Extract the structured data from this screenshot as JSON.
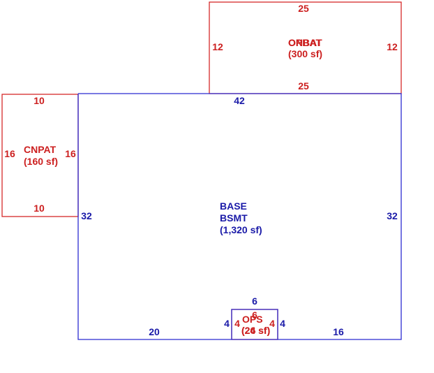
{
  "colors": {
    "base_outline": "#2b2bd1",
    "base_text": "#1a1aa8",
    "addon_outline": "#d62828",
    "addon_text": "#cc1f1f"
  },
  "areas": {
    "base": {
      "name1": "BASE",
      "name2": "BSMT",
      "size": "(1,320 sf)"
    },
    "onbat": {
      "name_a": "ONBAT",
      "name_b": "OPBAT",
      "size": "(300 sf)"
    },
    "cnpat": {
      "name": "CNPAT",
      "size": "(160 sf)"
    },
    "ops": {
      "name": "OPS",
      "size_a": "(24 sf)",
      "size_b": "(26 sf)"
    }
  },
  "dims": {
    "onbat_top": "25",
    "onbat_bottom": "25",
    "onbat_left": "12",
    "onbat_right": "12",
    "cnpat_top": "10",
    "cnpat_bottom": "10",
    "cnpat_left": "16",
    "cnpat_right": "16",
    "base_top": "42",
    "base_left": "32",
    "base_right": "32",
    "base_bottom_left": "20",
    "base_bottom_right": "16",
    "notch_top": "6",
    "notch_left": "4",
    "notch_right": "4",
    "ops_top": "6",
    "ops_left": "4",
    "ops_right": "4"
  }
}
